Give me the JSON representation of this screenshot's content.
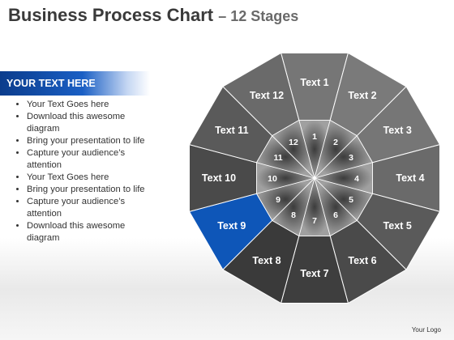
{
  "title": {
    "main": "Business Process Chart",
    "sub": "– 12 Stages"
  },
  "panel": {
    "header": "YOUR TEXT HERE",
    "bullets": [
      "Your Text Goes here",
      "Download this awesome diagram",
      "Bring your presentation to life",
      "Capture your audience’s attention",
      "Your Text Goes here",
      "Bring your presentation to life",
      "Capture your audience’s attention",
      "Download this awesome diagram"
    ]
  },
  "diagram": {
    "stages": [
      {
        "label": "Text 1",
        "number": "1"
      },
      {
        "label": "Text 2",
        "number": "2"
      },
      {
        "label": "Text 3",
        "number": "3"
      },
      {
        "label": "Text 4",
        "number": "4"
      },
      {
        "label": "Text 5",
        "number": "5"
      },
      {
        "label": "Text 6",
        "number": "6"
      },
      {
        "label": "Text 7",
        "number": "7"
      },
      {
        "label": "Text 8",
        "number": "8"
      },
      {
        "label": "Text 9",
        "number": "9"
      },
      {
        "label": "Text 10",
        "number": "10"
      },
      {
        "label": "Text 11",
        "number": "11"
      },
      {
        "label": "Text 12",
        "number": "12"
      }
    ],
    "highlight_stage": 9,
    "colors": {
      "highlight": "#0e56b8",
      "segment_light": "#7a7a7a",
      "segment_dark": "#3a3a3a",
      "inner": "#9a9a9a"
    }
  },
  "footer": {
    "logo": "Your Logo"
  }
}
